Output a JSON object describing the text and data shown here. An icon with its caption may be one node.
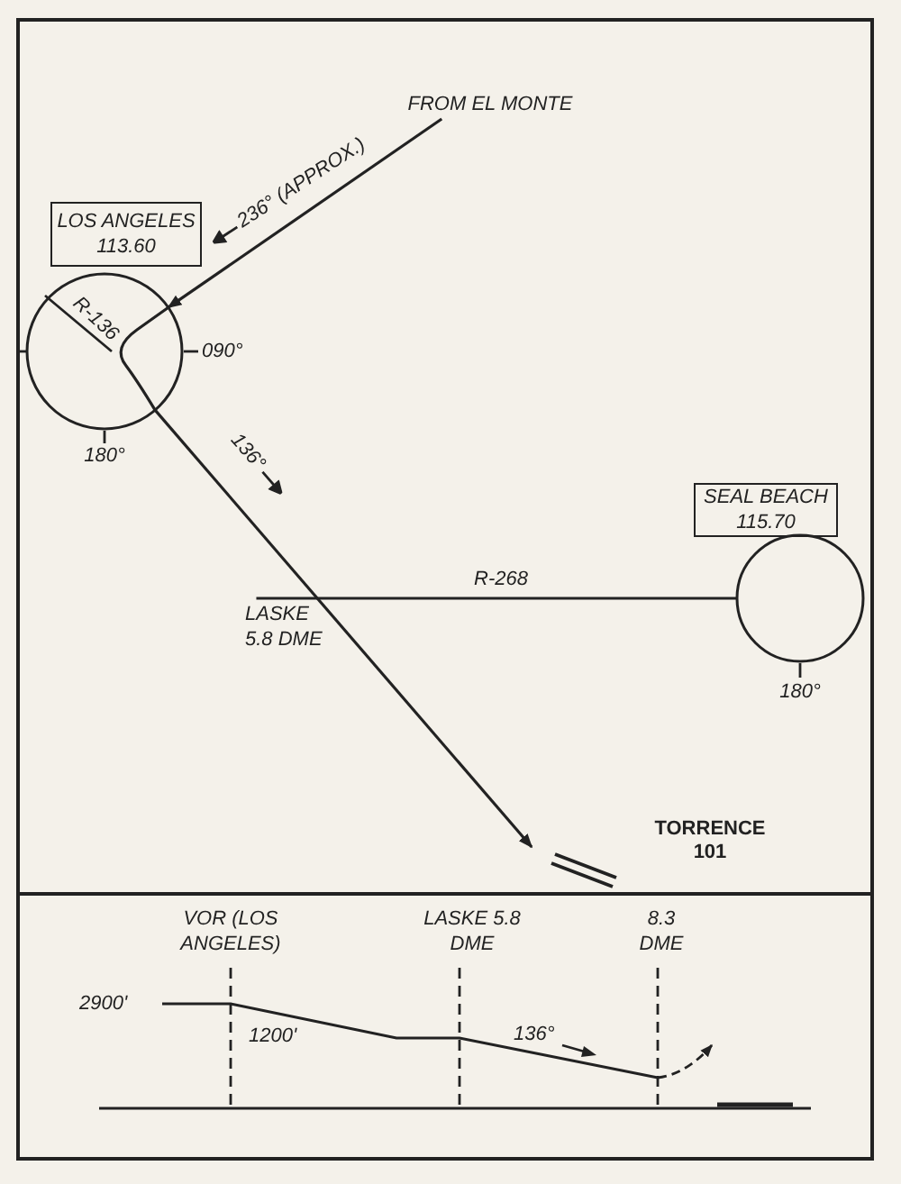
{
  "diagram": {
    "nodes": [
      {
        "text": [
          "FROM EL MONTE"
        ]
      },
      {
        "text": [
          "LOS ANGELES",
          "113.60"
        ]
      },
      {
        "text": [],
        "shape": "circle",
        "beside": [
          "180°"
        ]
      },
      {
        "text": [
          "SEAL BEACH",
          "115.70"
        ]
      },
      {
        "text": [],
        "shape": "circle",
        "beside": [
          "180°"
        ]
      },
      {
        "text": [],
        "shape": "runway",
        "beside": [
          "TORRENCE 101"
        ]
      },
      {
        "text": [
          "LASKE 5.8 DME"
        ]
      }
    ],
    "edges": [
      {
        "from": 0,
        "to": 2,
        "arrow": "to",
        "label": "236° (APPROX.)"
      },
      {
        "from": 2,
        "to": 5,
        "arrow": "to",
        "label": "136°"
      },
      {
        "from": 4,
        "to": 6,
        "arrow": "none",
        "label": "R-268"
      }
    ],
    "labels": [
      "R-136",
      "090°",
      "VOR (LOS ANGELES)",
      "LASKE 5.8 DME",
      "8.3 DME",
      "2900'",
      "1200'",
      "136°"
    ]
  }
}
